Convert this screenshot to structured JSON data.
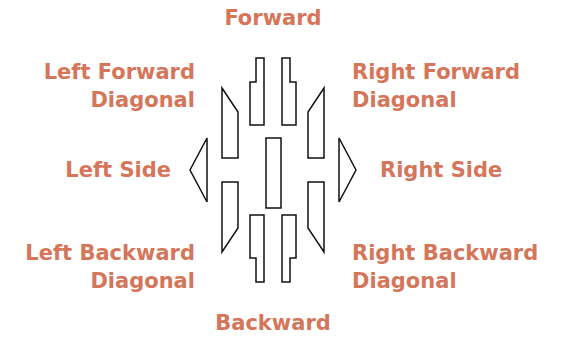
{
  "diagram": {
    "labels": [
      "Forward",
      "Left Forward Diagonal",
      "Right Forward Diagonal",
      "Left Side",
      "Right Side",
      "Left Backward Diagonal",
      "Right Backward Diagonal",
      "Backward"
    ]
  }
}
